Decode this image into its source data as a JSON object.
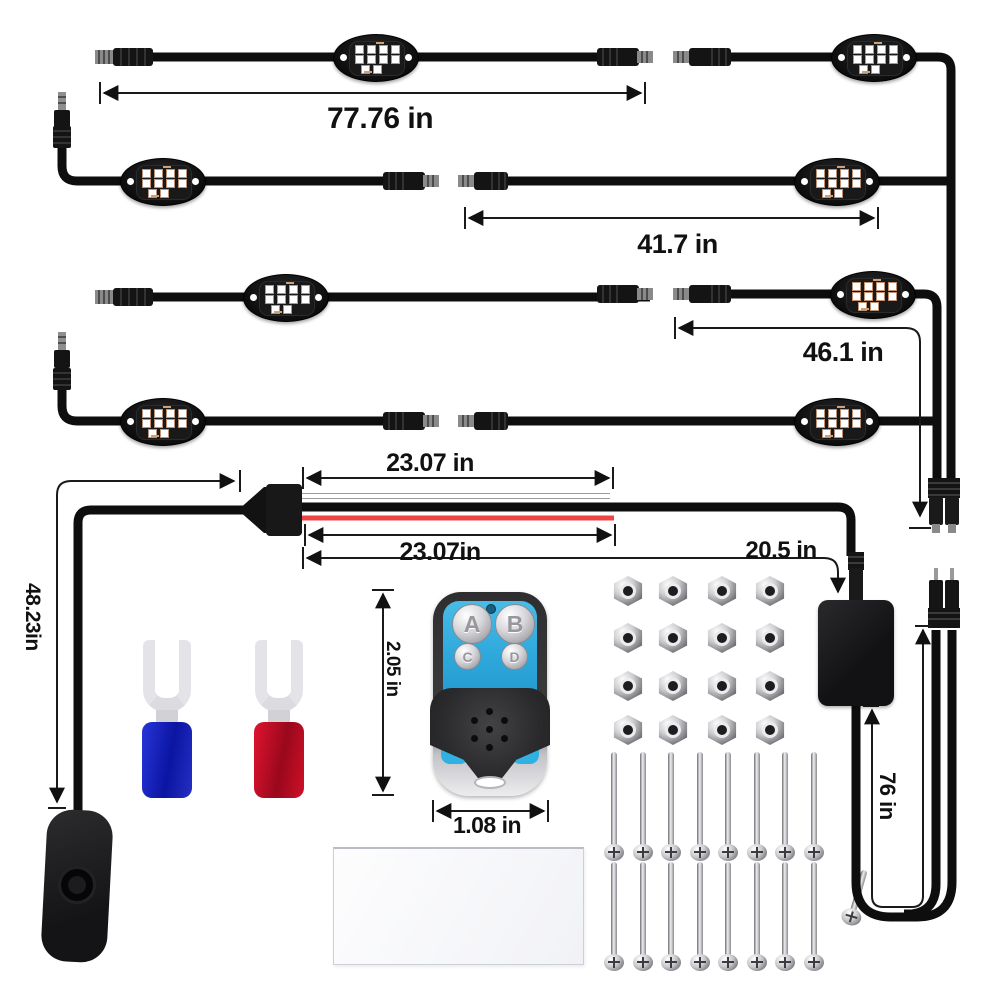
{
  "dimensions": {
    "harness_total": "77.76 in",
    "segment_41": "41.7 in",
    "segment_46": "46.1 in",
    "lead_23_top": "23.07 in",
    "lead_23_bottom": "23.07in",
    "box_lead": "20.5 in",
    "power_lead": "48.23in",
    "remote_height": "2.05 in",
    "remote_width": "1.08 in",
    "extension": "76 in"
  },
  "remote": {
    "buttons": [
      {
        "label": "A"
      },
      {
        "label": "B"
      },
      {
        "label": "C"
      },
      {
        "label": "D"
      }
    ]
  },
  "hardware": {
    "led_pods": 8,
    "hex_nuts": 16,
    "screws": 16,
    "fork_terminals": 2
  },
  "colors": {
    "cable": "#0e0e0e",
    "red_wire": "#ee4444",
    "remote_panel": "#2ea8dc",
    "terminal_blue": "#1b2fd0",
    "terminal_red": "#cf1127"
  }
}
